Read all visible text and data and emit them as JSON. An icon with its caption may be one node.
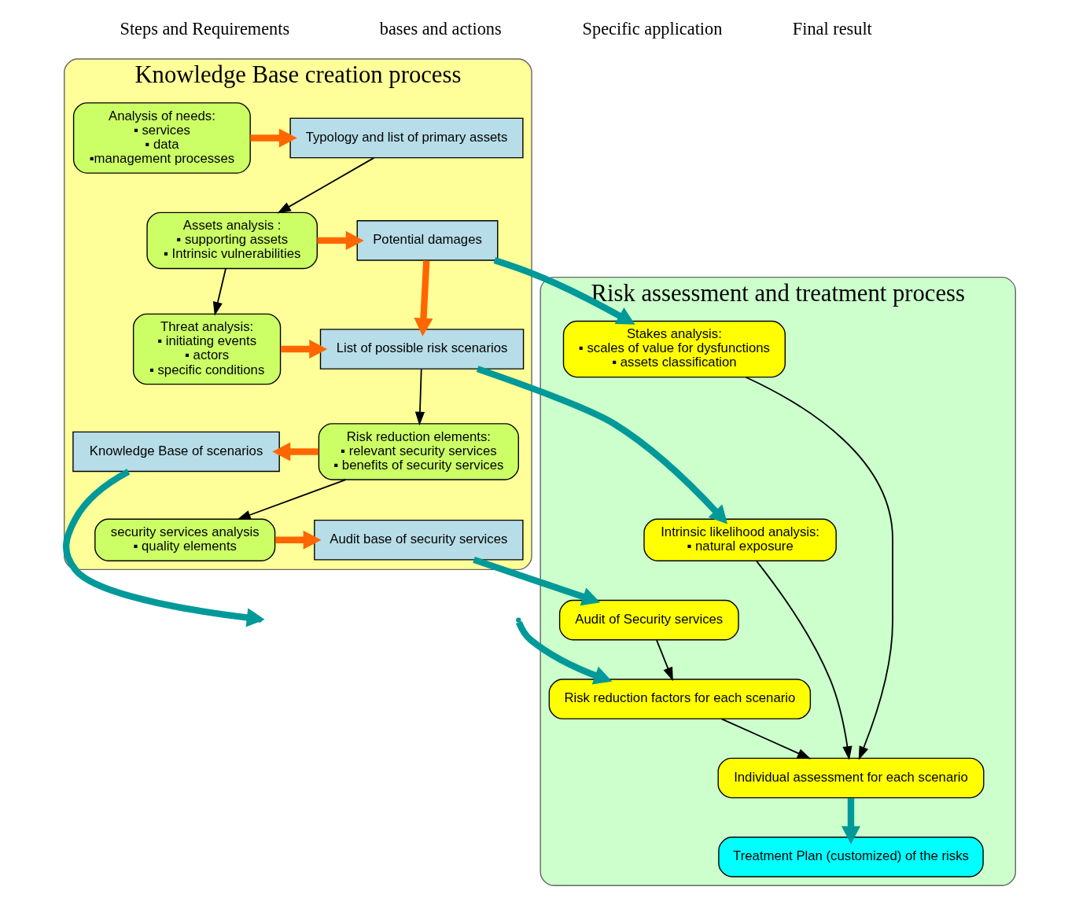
{
  "diagram": {
    "nodes": [
      {
        "text": [
          "Knowledge Base creation process"
        ]
      },
      {
        "text": [
          "Analysis of needs:",
          "▪ services",
          "▪ data",
          "▪management processes"
        ],
        "in": 0
      },
      {
        "text": [
          "Typology and list of primary assets"
        ],
        "in": 0
      },
      {
        "text": [
          "Assets analysis :",
          "▪ supporting assets",
          "▪ Intrinsic vulnerabilities"
        ],
        "in": 0
      },
      {
        "text": [
          "Potential damages"
        ],
        "in": 0
      },
      {
        "text": [
          "Threat analysis:",
          "▪ initiating events",
          "▪ actors",
          "▪ specific conditions"
        ],
        "in": 0
      },
      {
        "text": [
          "List of possible risk scenarios"
        ],
        "in": 0
      },
      {
        "text": [
          "Risk reduction elements:",
          "▪ relevant security services",
          "▪ benefits of security services"
        ],
        "in": 0
      },
      {
        "text": [
          "Knowledge Base of scenarios"
        ],
        "in": 0
      },
      {
        "text": [
          "security services analysis",
          "▪ quality elements"
        ],
        "in": 0
      },
      {
        "text": [
          "Audit base of security services"
        ],
        "in": 0
      },
      {
        "text": [
          "Risk assessment and treatment process"
        ]
      },
      {
        "text": [
          "Stakes analysis:",
          "▪ scales of value for dysfunctions",
          "▪ assets classification"
        ],
        "in": 11
      },
      {
        "text": [
          "Intrinsic likelihood analysis:",
          "▪ natural exposure"
        ],
        "in": 11
      },
      {
        "text": [
          "Audit of Security services"
        ],
        "in": 11
      },
      {
        "text": [
          "Risk reduction factors for each scenario"
        ],
        "in": 11
      },
      {
        "text": [
          "Individual assessment for each scenario"
        ],
        "in": 11
      },
      {
        "text": [
          "Treatment Plan (customized) of the risks"
        ],
        "in": 11
      }
    ],
    "edges": [
      {
        "from": 1,
        "to": 2,
        "arrow": "to",
        "color": "#ff6600"
      },
      {
        "from": 2,
        "to": 3,
        "arrow": "to"
      },
      {
        "from": 3,
        "to": 4,
        "arrow": "to",
        "color": "#ff6600"
      },
      {
        "from": 3,
        "to": 5,
        "arrow": "to"
      },
      {
        "from": 4,
        "to": 6,
        "arrow": "to",
        "color": "#ff6600"
      },
      {
        "from": 5,
        "to": 6,
        "arrow": "to",
        "color": "#ff6600"
      },
      {
        "from": 6,
        "to": 7,
        "arrow": "to"
      },
      {
        "from": 7,
        "to": 8,
        "arrow": "to",
        "color": "#ff6600"
      },
      {
        "from": 7,
        "to": 9,
        "arrow": "to"
      },
      {
        "from": 9,
        "to": 10,
        "arrow": "to",
        "color": "#ff6600"
      },
      {
        "from": 4,
        "to": 12,
        "arrow": "to",
        "color": "#009999"
      },
      {
        "from": 6,
        "to": 13,
        "arrow": "to",
        "color": "#009999"
      },
      {
        "from": 8,
        "to": null,
        "arrow": "to",
        "color": "#009999"
      },
      {
        "from": 10,
        "to": 14,
        "arrow": "to",
        "color": "#009999"
      },
      {
        "from": null,
        "to": 15,
        "arrow": "to",
        "color": "#009999"
      },
      {
        "from": 14,
        "to": 15,
        "arrow": "to"
      },
      {
        "from": 15,
        "to": 16,
        "arrow": "to"
      },
      {
        "from": 13,
        "to": 16,
        "arrow": "to"
      },
      {
        "from": 12,
        "to": 16,
        "arrow": "to"
      },
      {
        "from": 16,
        "to": 17,
        "arrow": "to",
        "color": "#009999"
      }
    ],
    "labels": [
      "Steps and Requirements",
      "bases and actions",
      "Specific application",
      "Final result"
    ]
  }
}
